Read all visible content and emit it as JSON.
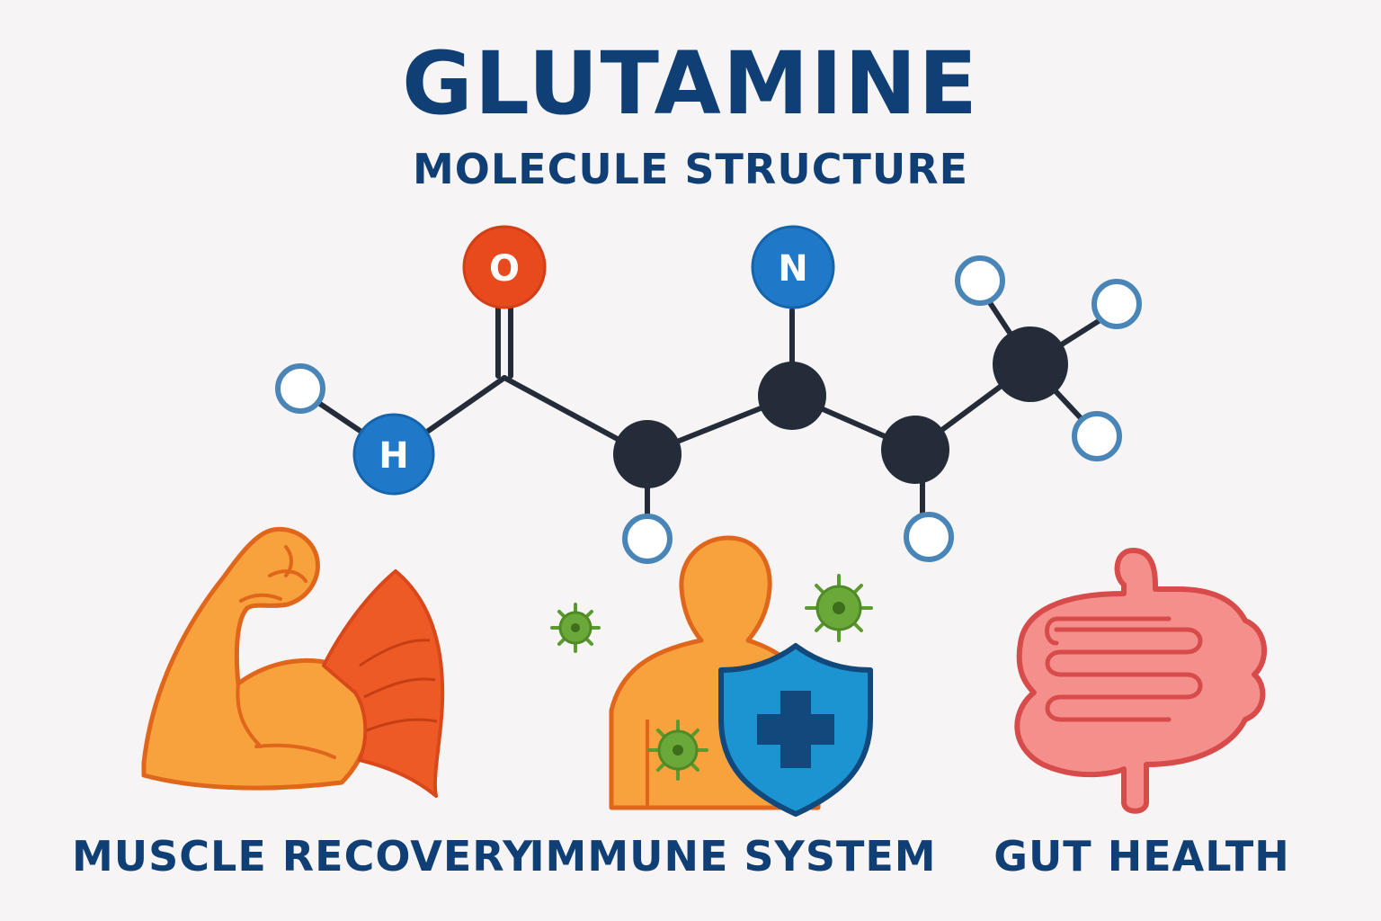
{
  "title": "GLUTAMINE",
  "subtitle": "MOLECULE STRUCTURE",
  "atoms": {
    "oxygen": "O",
    "nitrogen": "N",
    "hydrogen": "H"
  },
  "benefits": [
    {
      "label": "MUSCLE RECOVERY",
      "icon": "flexed-arm-icon"
    },
    {
      "label": "IMMUNE SYSTEM",
      "icon": "shield-person-icon"
    },
    {
      "label": "GUT HEALTH",
      "icon": "intestine-icon"
    }
  ],
  "colors": {
    "text": "#103f75",
    "oxygen": "#e8491d",
    "nitrogen": "#1f78c8",
    "carbon": "#242c3a",
    "hydrogen_ring": "#4a85b8",
    "muscle": "#f7a23c",
    "muscle_outline": "#e0661c",
    "shield": "#1c94d2",
    "virus": "#5a9a2e",
    "gut": "#f08a8a",
    "gut_outline": "#d84b4b"
  }
}
